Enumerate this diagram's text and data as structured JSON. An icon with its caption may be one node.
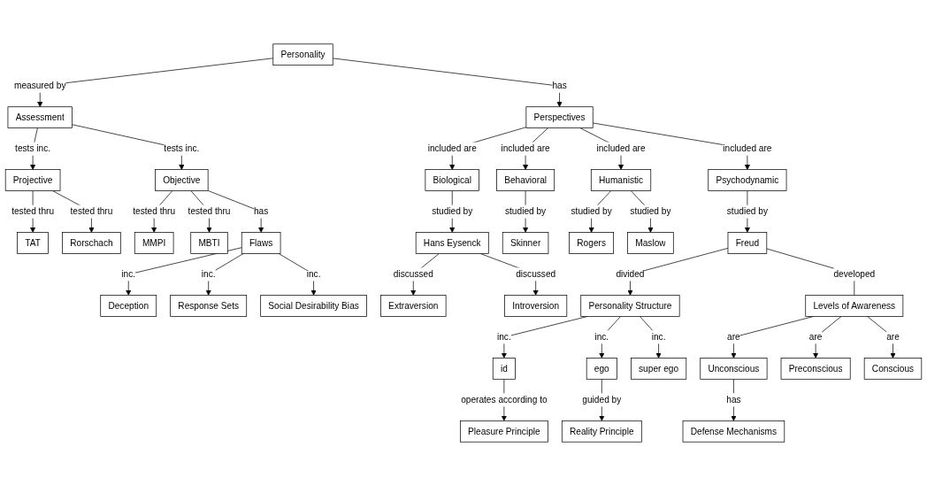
{
  "diagram": {
    "nodes": [
      {
        "text": [
          "Personality"
        ]
      },
      {
        "text": [
          "Assessment"
        ]
      },
      {
        "text": [
          "Perspectives"
        ]
      },
      {
        "text": [
          "Projective"
        ]
      },
      {
        "text": [
          "Objective"
        ]
      },
      {
        "text": [
          "Flaws"
        ]
      },
      {
        "text": [
          "Biological"
        ]
      },
      {
        "text": [
          "Behavioral"
        ]
      },
      {
        "text": [
          "Humanistic"
        ]
      },
      {
        "text": [
          "Psychodynamic"
        ]
      },
      {
        "text": [
          "TAT"
        ]
      },
      {
        "text": [
          "Rorschach"
        ]
      },
      {
        "text": [
          "MMPI"
        ]
      },
      {
        "text": [
          "MBTI"
        ]
      },
      {
        "text": [
          "Deception"
        ]
      },
      {
        "text": [
          "Response Sets"
        ]
      },
      {
        "text": [
          "Social Desirability Bias"
        ]
      },
      {
        "text": [
          "Hans Eysenck"
        ]
      },
      {
        "text": [
          "Extraversion"
        ]
      },
      {
        "text": [
          "Introversion"
        ]
      },
      {
        "text": [
          "Skinner"
        ]
      },
      {
        "text": [
          "Rogers"
        ]
      },
      {
        "text": [
          "Maslow"
        ]
      },
      {
        "text": [
          "Freud"
        ]
      },
      {
        "text": [
          "Levels of Awareness"
        ]
      },
      {
        "text": [
          "Personality Structure"
        ]
      },
      {
        "text": [
          "id"
        ]
      },
      {
        "text": [
          "ego"
        ]
      },
      {
        "text": [
          "super ego"
        ]
      },
      {
        "text": [
          "Pleasure Principle"
        ]
      },
      {
        "text": [
          "Reality Principle"
        ]
      },
      {
        "text": [
          "Conscious"
        ]
      },
      {
        "text": [
          "Preconscious"
        ]
      },
      {
        "text": [
          "Unconscious"
        ]
      },
      {
        "text": [
          "Defense Mechanisms"
        ]
      }
    ],
    "edges": [
      {
        "from": 0,
        "to": 1,
        "label": "measured by",
        "arrow": "to"
      },
      {
        "from": 0,
        "to": 2,
        "label": "has",
        "arrow": "to"
      },
      {
        "from": 1,
        "to": 3,
        "label": "tests inc.",
        "arrow": "to"
      },
      {
        "from": 1,
        "to": 4,
        "label": "tests inc.",
        "arrow": "to"
      },
      {
        "from": 3,
        "to": 10,
        "label": "tested thru",
        "arrow": "to"
      },
      {
        "from": 3,
        "to": 11,
        "label": "tested thru",
        "arrow": "to"
      },
      {
        "from": 4,
        "to": 12,
        "label": "tested thru",
        "arrow": "to"
      },
      {
        "from": 4,
        "to": 13,
        "label": "tested thru",
        "arrow": "to"
      },
      {
        "from": 4,
        "to": 5,
        "label": "has",
        "arrow": "to"
      },
      {
        "from": 5,
        "to": 14,
        "label": "inc.",
        "arrow": "to"
      },
      {
        "from": 5,
        "to": 15,
        "label": "inc.",
        "arrow": "to"
      },
      {
        "from": 5,
        "to": 16,
        "label": "inc.",
        "arrow": "to"
      },
      {
        "from": 2,
        "to": 6,
        "label": "included are",
        "arrow": "to"
      },
      {
        "from": 2,
        "to": 7,
        "label": "included are",
        "arrow": "to"
      },
      {
        "from": 2,
        "to": 8,
        "label": "included are",
        "arrow": "to"
      },
      {
        "from": 2,
        "to": 9,
        "label": "included are",
        "arrow": "to"
      },
      {
        "from": 6,
        "to": 17,
        "label": "studied by",
        "arrow": "to"
      },
      {
        "from": 7,
        "to": 20,
        "label": "studied by",
        "arrow": "to"
      },
      {
        "from": 8,
        "to": 21,
        "label": "studied by",
        "arrow": "to"
      },
      {
        "from": 8,
        "to": 22,
        "label": "studied by",
        "arrow": "to"
      },
      {
        "from": 9,
        "to": 23,
        "label": "studied by",
        "arrow": "to"
      },
      {
        "from": 17,
        "to": 18,
        "label": "discussed",
        "arrow": "to"
      },
      {
        "from": 17,
        "to": 19,
        "label": "discussed",
        "arrow": "to"
      },
      {
        "from": 23,
        "to": 25,
        "label": "divided",
        "arrow": "to"
      },
      {
        "from": 23,
        "to": 24,
        "label": "developed",
        "arrow": "none"
      },
      {
        "from": 24,
        "to": 33,
        "label": "are",
        "arrow": "to"
      },
      {
        "from": 24,
        "to": 32,
        "label": "are",
        "arrow": "to"
      },
      {
        "from": 24,
        "to": 31,
        "label": "are",
        "arrow": "to"
      },
      {
        "from": 25,
        "to": 26,
        "label": "inc.",
        "arrow": "to"
      },
      {
        "from": 25,
        "to": 27,
        "label": "inc.",
        "arrow": "to"
      },
      {
        "from": 25,
        "to": 28,
        "label": "inc.",
        "arrow": "to"
      },
      {
        "from": 26,
        "to": 29,
        "label": "operates according to",
        "arrow": "to"
      },
      {
        "from": 27,
        "to": 30,
        "label": "guided by",
        "arrow": "to"
      },
      {
        "from": 33,
        "to": 34,
        "label": "has",
        "arrow": "to"
      }
    ]
  }
}
